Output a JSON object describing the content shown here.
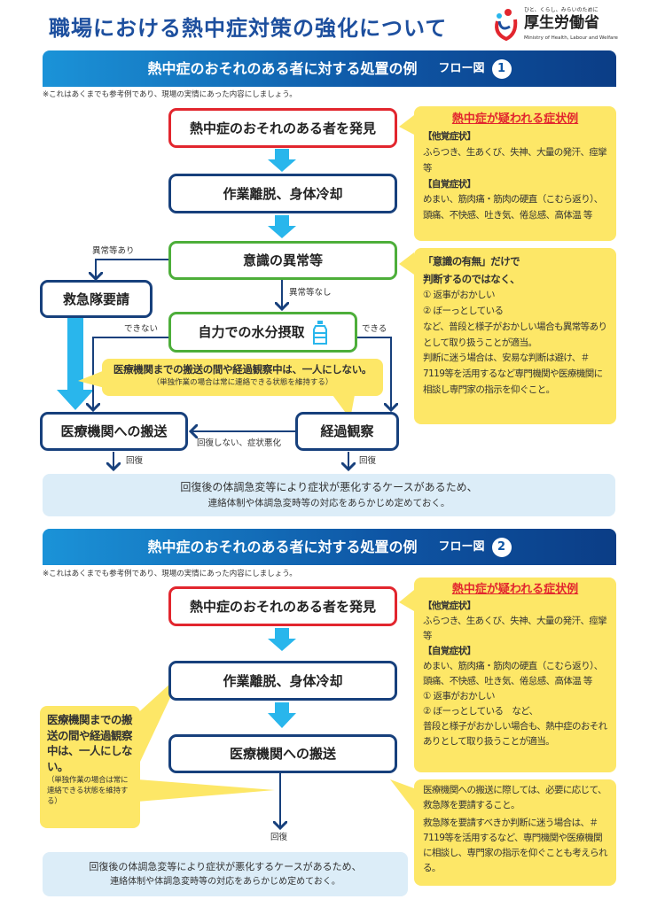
{
  "title": "職場における熱中症対策の強化について",
  "logo": {
    "tagline": "ひと、くらし、みらいのために",
    "name": "厚生労働省",
    "en": "Ministry of Health, Labour and Welfare"
  },
  "note": "※これはあくまでも参考例であり、現場の実情にあった内容にしましょう。",
  "flow1": {
    "banner": "熱中症のおそれのある者に対する処置の例",
    "flow_label": "フロー図",
    "flow_num": "1",
    "discover": "熱中症のおそれのある者を発見",
    "cooling": "作業離脱、身体冷却",
    "consciousness": "意識の異常等",
    "abnormal_yes": "異常等あり",
    "abnormal_no": "異常等なし",
    "ambulance": "救急隊要請",
    "water": "自力での水分摂取",
    "cannot": "できない",
    "can": "できる",
    "callout_main": "医療機関までの搬送の間や経過観察中は、一人にしない。",
    "callout_sub": "（単独作業の場合は常に連絡できる状態を維持する）",
    "transport": "医療機関への搬送",
    "observe": "経過観察",
    "no_recovery": "回復しない、症状悪化",
    "recovery": "回復",
    "bottom1": "回復後の体調急変等により症状が悪化するケースがあるため、",
    "bottom2": "連絡体制や体調急変時等の対応をあらかじめ定めておく。",
    "symptoms": {
      "head": "熱中症が疑われる症状例",
      "other_h": "【他覚症状】",
      "other": "ふらつき、生あくび、失神、大量の発汗、痙攣 等",
      "self_h": "【自覚症状】",
      "self": "めまい、筋肉痛・筋肉の硬直（こむら返り）、頭痛、不快感、吐き気、倦怠感、高体温 等"
    },
    "judge": {
      "h1": "「意識の有無」だけで",
      "h2": "判断するのではなく、",
      "l1": "① 返事がおかしい",
      "l2": "② ぼーっとしている",
      "l3": "など、普段と様子がおかしい場合も異常等ありとして取り扱うことが適当。",
      "l4": "判断に迷う場合は、安易な判断は避け、＃7119等を活用するなど専門機関や医療機関に相談し専門家の指示を仰ぐこと。"
    }
  },
  "flow2": {
    "banner": "熱中症のおそれのある者に対する処置の例",
    "flow_label": "フロー図",
    "flow_num": "2",
    "discover": "熱中症のおそれのある者を発見",
    "cooling": "作業離脱、身体冷却",
    "transport": "医療機関への搬送",
    "recovery": "回復",
    "callout_main": "医療機関までの搬送の間や経過観察中は、一人にしない。",
    "callout_sub": "（単独作業の場合は常に連絡できる状態を維持する）",
    "bottom1": "回復後の体調急変等により症状が悪化するケースがあるため、",
    "bottom2": "連絡体制や体調急変時等の対応をあらかじめ定めておく。",
    "symptoms": {
      "head": "熱中症が疑われる症状例",
      "other_h": "【他覚症状】",
      "other": "ふらつき、生あくび、失神、大量の発汗、痙攣 等",
      "self_h": "【自覚症状】",
      "self": "めまい、筋肉痛・筋肉の硬直（こむら返り）、頭痛、不快感、吐き気、倦怠感、高体温 等",
      "l1": "① 返事がおかしい",
      "l2": "② ぼーっとしている　など、",
      "l3": "普段と様子がおかしい場合も、熱中症のおそれありとして取り扱うことが適当。"
    },
    "ambulance_note": {
      "p1": "医療機関への搬送に際しては、必要に応じて、救急隊を要請すること。",
      "p2": "救急隊を要請すべきか判断に迷う場合は、＃7119等を活用するなど、専門機関や医療機関に相談し、専門家の指示を仰ぐことも考えられる。"
    }
  },
  "colors": {
    "navy": "#17407c",
    "red": "#e2262e",
    "green": "#4dae3a",
    "cyan": "#29b6ec",
    "yellow": "#fde767",
    "lightblue": "#dcedf8"
  }
}
